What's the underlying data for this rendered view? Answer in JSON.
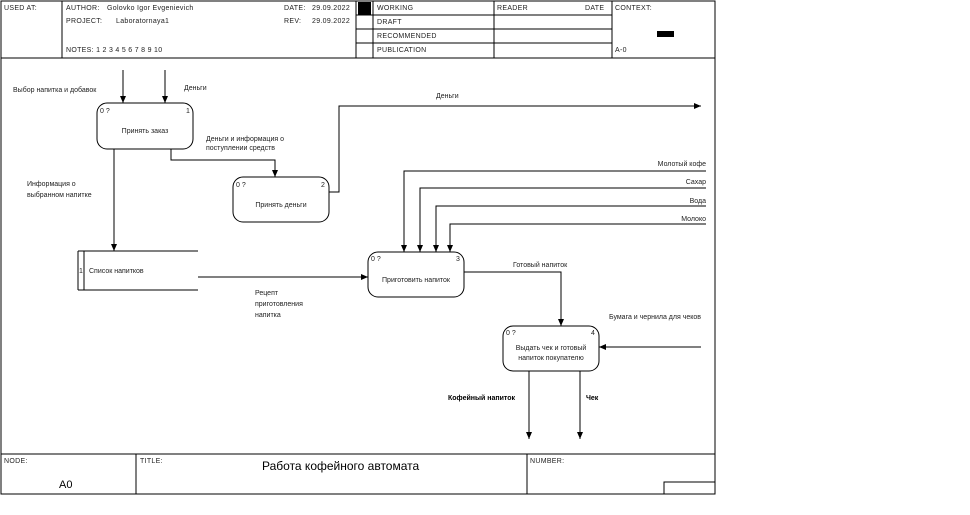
{
  "header": {
    "used_at": "USED AT:",
    "author_label": "AUTHOR:",
    "author": "Golovko Igor Evgenievich",
    "project_label": "PROJECT:",
    "project": "Laboratornaya1",
    "date_label": "DATE:",
    "date": "29.09.2022",
    "rev_label": "REV:",
    "rev": "29.09.2022",
    "notes": "NOTES: 1 2 3 4 5 6 7 8 9 10",
    "status": [
      "WORKING",
      "DRAFT",
      "RECOMMENDED",
      "PUBLICATION"
    ],
    "reader": "READER",
    "reader_date": "DATE",
    "context": "CONTEXT:",
    "context_node": "A-0"
  },
  "activities": [
    {
      "label_lines": [
        "Принять заказ"
      ],
      "cost": "0 ?",
      "num": "1"
    },
    {
      "label_lines": [
        "Принять деньги"
      ],
      "cost": "0 ?",
      "num": "2"
    },
    {
      "label_lines": [
        "Приготовить напиток"
      ],
      "cost": "0 ?",
      "num": "3"
    },
    {
      "label_lines": [
        "Выдать чек и готовый",
        "напиток покупателю"
      ],
      "cost": "0 ?",
      "num": "4"
    }
  ],
  "store": {
    "num": "1",
    "label": "Список напитков"
  },
  "arrows": {
    "order_input": "Выбор напитка и добавок",
    "money_input": "Деньги",
    "money_out_top": "Деньги",
    "money_info": [
      "Деньги и информация о",
      "поступлении средств"
    ],
    "drink_info": [
      "Информация о",
      "выбранном напитке"
    ],
    "recipe": [
      "Рецепт",
      "приготовления",
      "напитка"
    ],
    "coffee": "Молотый кофе",
    "sugar": "Сахар",
    "water": "Вода",
    "milk": "Молоко",
    "ready_drink": "Готовый напиток",
    "paper": "Бумага и чернила для чеков",
    "coffee_drink": "Кофейный напиток",
    "receipt": "Чек"
  },
  "footer": {
    "node_label": "NODE:",
    "node": "A0",
    "title_label": "TITLE:",
    "title": "Работа кофейного автомата",
    "number_label": "NUMBER:"
  }
}
